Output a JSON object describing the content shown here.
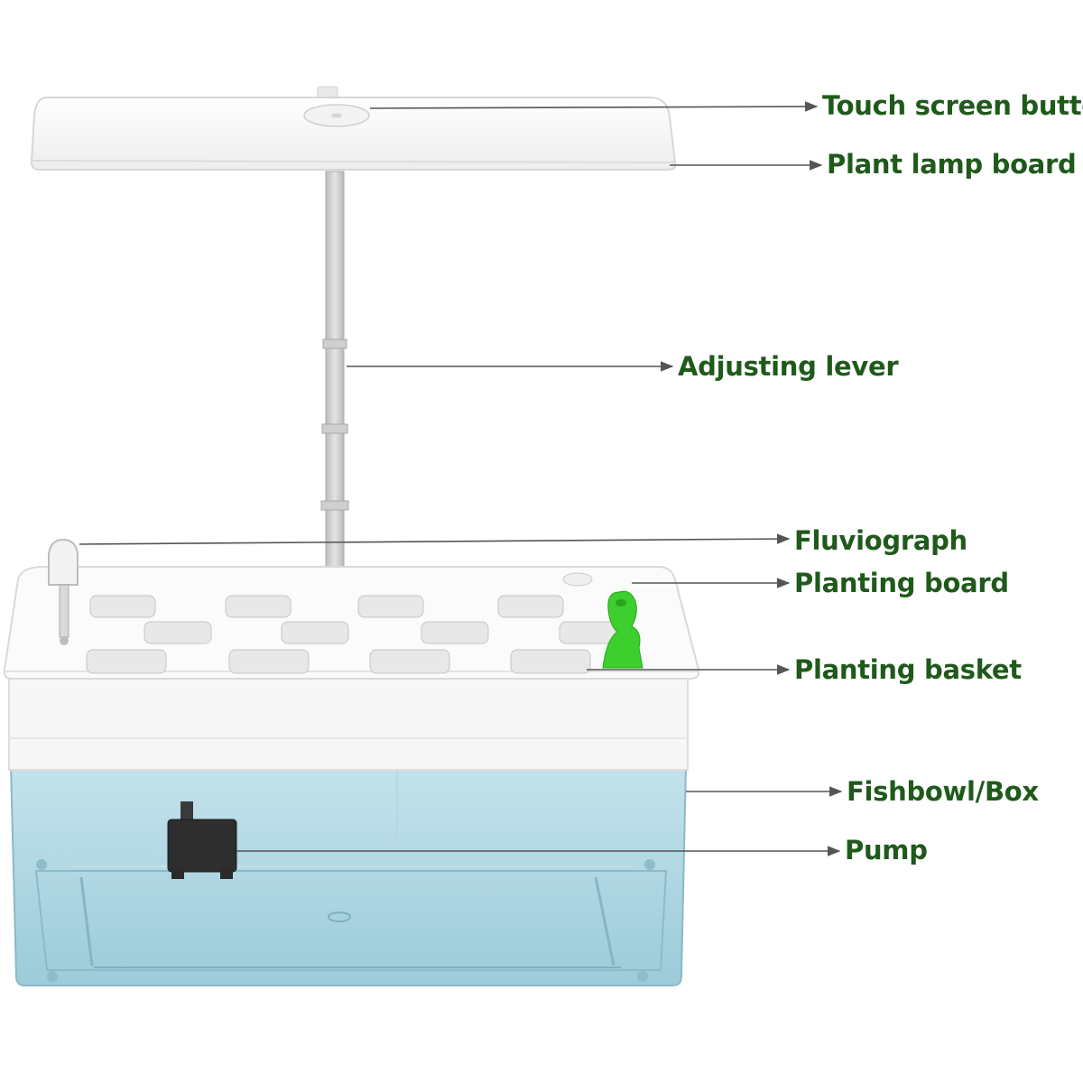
{
  "colors": {
    "label_text": "#1f5a1b",
    "leader_line": "#555555",
    "tank_water": "#aad5e2",
    "body_white": "#f6f6f6",
    "figurine_green": "#3ccf2e"
  },
  "labels": {
    "touch_screen_button": "Touch screen button",
    "plant_lamp_board": "Plant lamp board",
    "adjusting_lever": "Adjusting lever",
    "fluviograph": "Fluviograph",
    "planting_board": "Planting board",
    "planting_basket": "Planting basket",
    "fishbowl_box": "Fishbowl/Box",
    "pump": "Pump"
  }
}
